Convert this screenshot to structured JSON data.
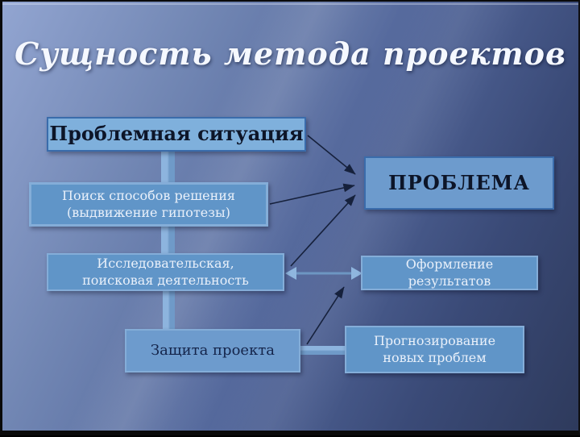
{
  "slide": {
    "title": "Сущность метода проектов"
  },
  "diagram": {
    "boxes": [
      {
        "id": "problem-situation",
        "label": "Проблемная ситуация"
      },
      {
        "id": "problem",
        "label": "ПРОБЛЕМА"
      },
      {
        "id": "solution-search",
        "label": "Поиск способов решения (выдвижение гипотезы)"
      },
      {
        "id": "research-activity",
        "label": "Исследовательская, поисковая деятельность"
      },
      {
        "id": "results-formalization",
        "label": "Оформление результатов"
      },
      {
        "id": "project-defense",
        "label": "Защита проекта"
      },
      {
        "id": "new-problems-forecast",
        "label": "Прогнозирование новых проблем"
      }
    ],
    "connections": [
      {
        "from": "problem-situation",
        "to": "solution-search",
        "type": "thick-bar"
      },
      {
        "from": "solution-search",
        "to": "research-activity",
        "type": "thick-bar"
      },
      {
        "from": "research-activity",
        "to": "project-defense",
        "type": "thick-bar"
      },
      {
        "from": "project-defense",
        "to": "new-problems-forecast",
        "type": "thick-bar"
      },
      {
        "from": "problem-situation",
        "to": "problem",
        "type": "thin-arrow"
      },
      {
        "from": "solution-search",
        "to": "problem",
        "type": "thin-arrow"
      },
      {
        "from": "research-activity",
        "to": "problem",
        "type": "thin-arrow"
      },
      {
        "from": "project-defense",
        "to": "results-formalization",
        "type": "thin-arrow"
      },
      {
        "from": "research-activity",
        "to": "results-formalization",
        "type": "double-arrow"
      }
    ]
  },
  "colors": {
    "bg_light": "#92a5d1",
    "bg_mid": "#52669a",
    "bg_dark": "#2e3a5c",
    "box_fill": "#6095c8",
    "box_fill_light": "#7fb0dc",
    "box_border_dark": "#3a6cab",
    "box_border_light": "#84add8",
    "text_dark": "#0d1528",
    "text_light": "#e9f0fa",
    "connector": "#7ea9d6",
    "arrow": "#16213c",
    "title": "#f5f8ff"
  }
}
